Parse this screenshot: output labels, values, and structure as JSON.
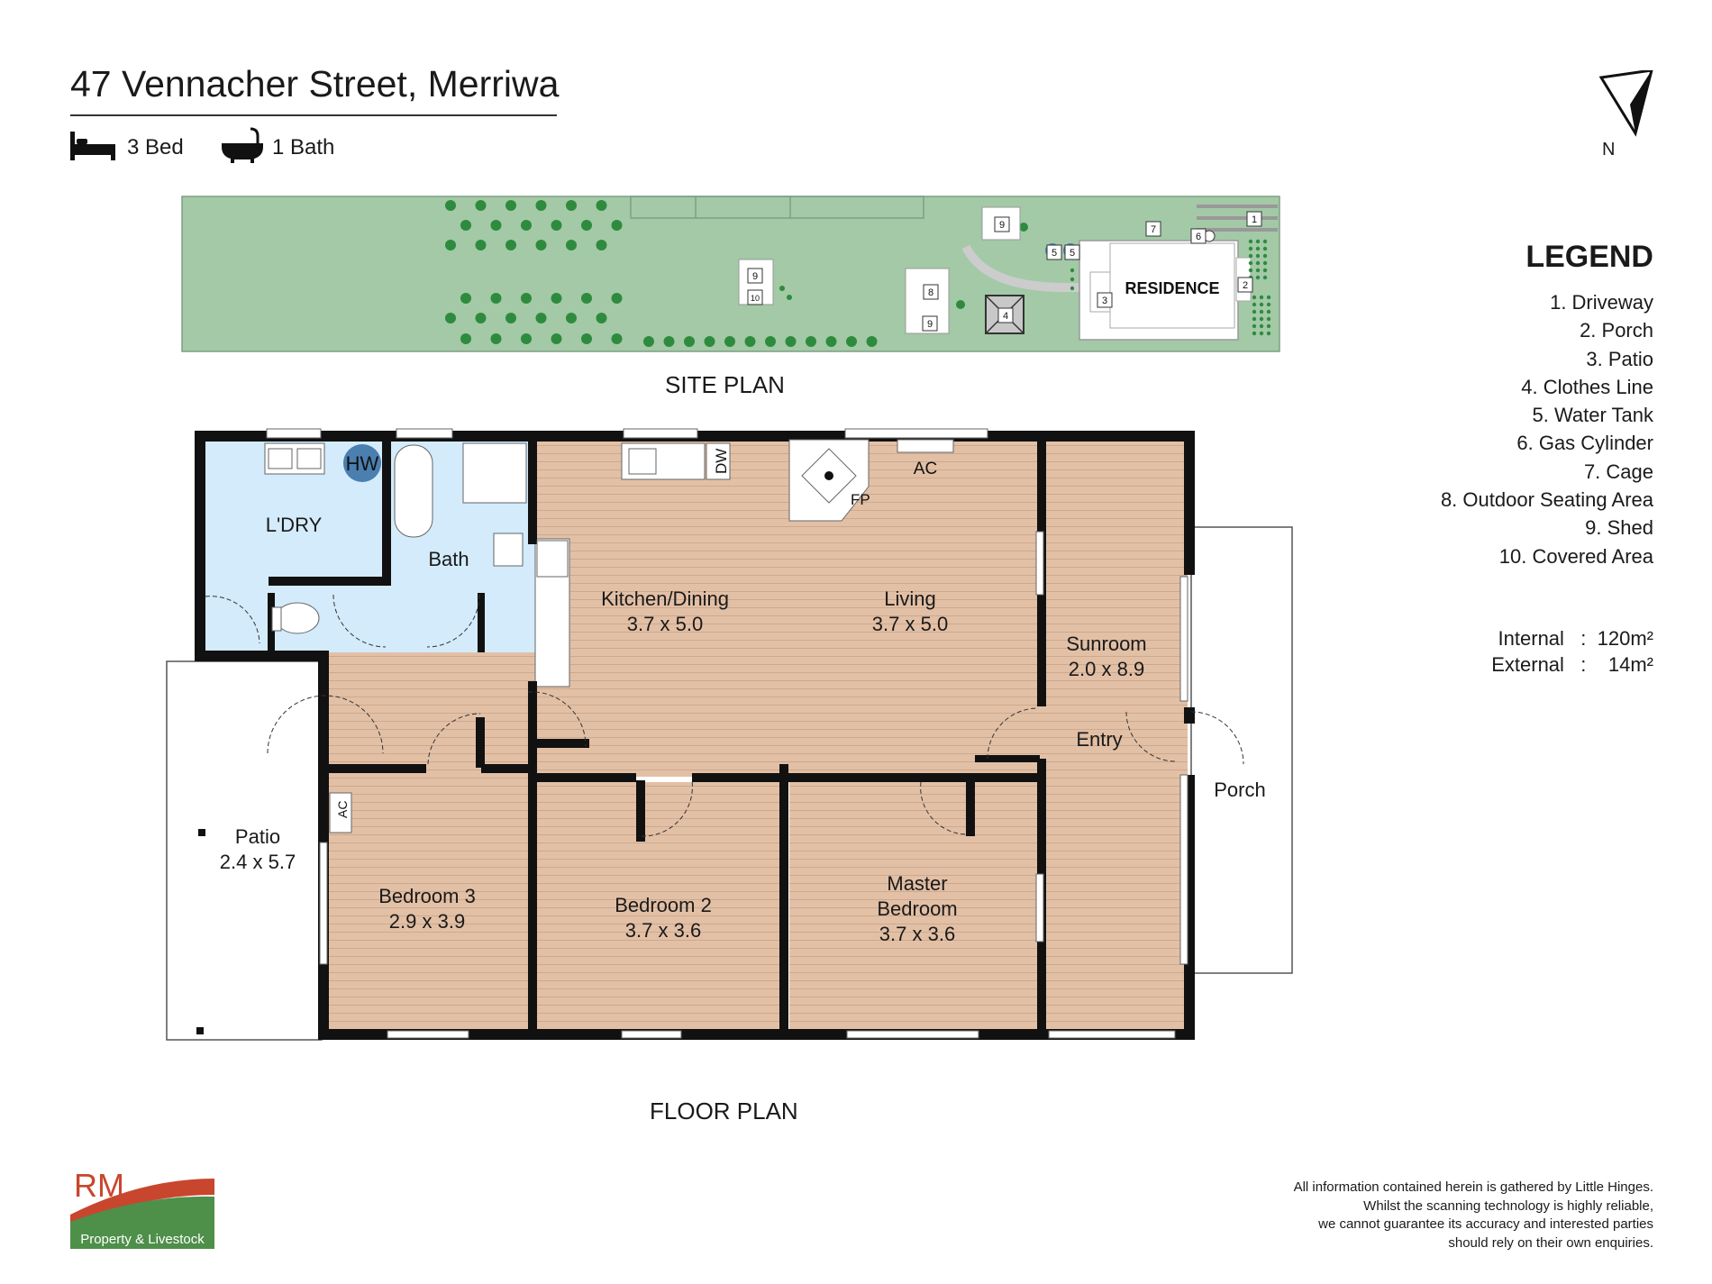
{
  "header": {
    "title": "47 Vennacher Street, Merriwa",
    "bed_label": "3 Bed",
    "bath_label": "1 Bath"
  },
  "compass": {
    "label": "N"
  },
  "legend": {
    "title": "LEGEND",
    "items": [
      "1. Driveway",
      "2. Porch",
      "3. Patio",
      "4. Clothes Line",
      "5. Water Tank",
      "6. Gas Cylinder",
      "7. Cage",
      "8. Outdoor Seating Area",
      "9. Shed",
      "10. Covered Area"
    ]
  },
  "areas": {
    "internal_label": "Internal",
    "internal_value": "120m²",
    "external_label": "External",
    "external_value": "14m²"
  },
  "site_plan": {
    "title": "SITE PLAN",
    "residence_label": "RESIDENCE",
    "markers": [
      "1",
      "2",
      "3",
      "4",
      "5",
      "5",
      "6",
      "7",
      "8",
      "9",
      "9",
      "9",
      "10"
    ]
  },
  "floor_plan": {
    "title": "FLOOR PLAN",
    "rooms": {
      "laundry": "L'DRY",
      "bath": "Bath",
      "kitchen_name": "Kitchen/Dining",
      "kitchen_dims": "3.7 x 5.0",
      "living_name": "Living",
      "living_dims": "3.7 x 5.0",
      "sunroom_name": "Sunroom",
      "sunroom_dims": "2.0 x 8.9",
      "entry": "Entry",
      "porch": "Porch",
      "patio_name": "Patio",
      "patio_dims": "2.4 x 5.7",
      "bed3_name": "Bedroom 3",
      "bed3_dims": "2.9 x 3.9",
      "bed2_name": "Bedroom 2",
      "bed2_dims": "3.7 x 3.6",
      "master_name1": "Master",
      "master_name2": "Bedroom",
      "master_dims": "3.7 x 3.6"
    },
    "fixtures": {
      "hw": "HW",
      "dw": "DW",
      "fp": "FP",
      "ac": "AC"
    }
  },
  "logo": {
    "initials": "RM",
    "caption": "Property & Livestock"
  },
  "disclaimer": [
    "All information contained herein is gathered by Little Hinges.",
    "Whilst the scanning technology is highly reliable,",
    "we cannot guarantee its accuracy and interested parties",
    "should rely on their own enquiries."
  ],
  "colors": {
    "floor": "#e2c0a6",
    "wet_area": "#d3ebfb",
    "lawn": "#a3c9a7",
    "tree": "#2e8b3e",
    "wall": "#111111",
    "logo_green": "#4e8f4a",
    "logo_red": "#c8462d"
  }
}
